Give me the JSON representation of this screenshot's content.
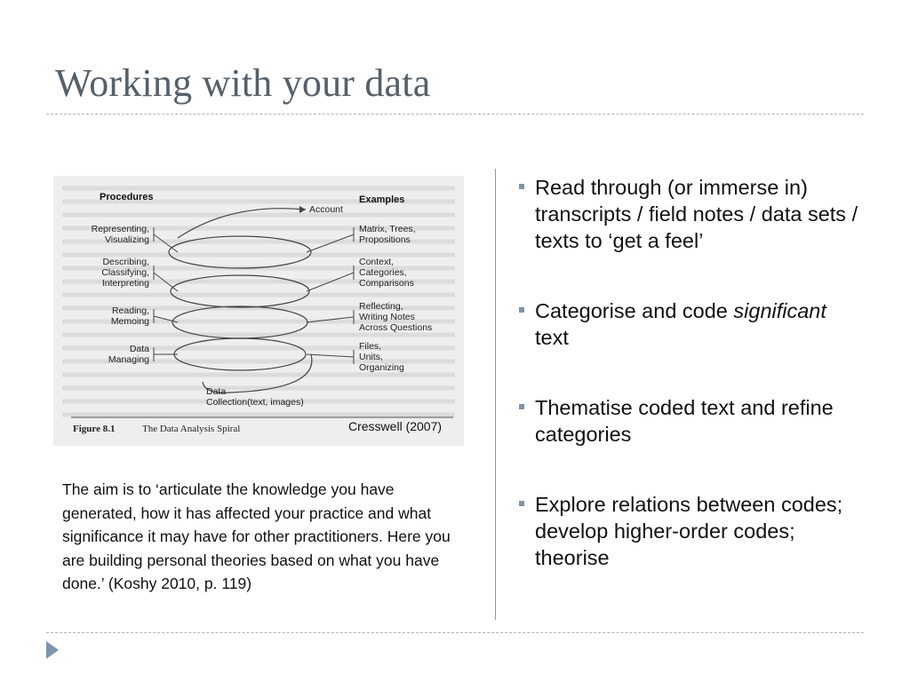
{
  "slide": {
    "title": "Working with your data",
    "credit": "Cresswell (2007)",
    "quote": "The aim is to ‘articulate the knowledge you have generated, how it has affected your practice and what significance it may have for other practitioners. Here you are building personal theories based on what you have done.’ (Koshy 2010, p. 119)",
    "bullets": [
      {
        "text": "Read through (or immerse in) transcripts / field notes / data sets / texts to ‘get a feel’"
      },
      {
        "pre": "Categorise and code ",
        "em": "significant",
        "post": " text"
      },
      {
        "text": "Thematise coded text and refine categories"
      },
      {
        "text": "Explore relations between codes; develop higher-order codes; theorise"
      }
    ]
  },
  "figure": {
    "procedures_heading": "Procedures",
    "examples_heading": "Examples",
    "procedures": [
      [
        "Representing,",
        "Visualizing"
      ],
      [
        "Describing,",
        "Classifying,",
        "Interpreting"
      ],
      [
        "Reading,",
        "Memoing"
      ],
      [
        "Data",
        "Managing"
      ]
    ],
    "examples": [
      [
        "Matrix, Trees,",
        "Propositions"
      ],
      [
        "Context,",
        "Categories,",
        "Comparisons"
      ],
      [
        "Reflecting,",
        "Writing Notes",
        "Across Questions"
      ],
      [
        "Files,",
        "Units,",
        "Organizing"
      ]
    ],
    "top_label": "Account",
    "bottom_label": [
      "Data",
      "Collection(text, images)"
    ],
    "caption_num": "Figure 8.1",
    "caption_title": "The Data Analysis Spiral"
  },
  "colors": {
    "title": "#55606a",
    "accent": "#7f93ad",
    "rule": "#aab4c2"
  }
}
